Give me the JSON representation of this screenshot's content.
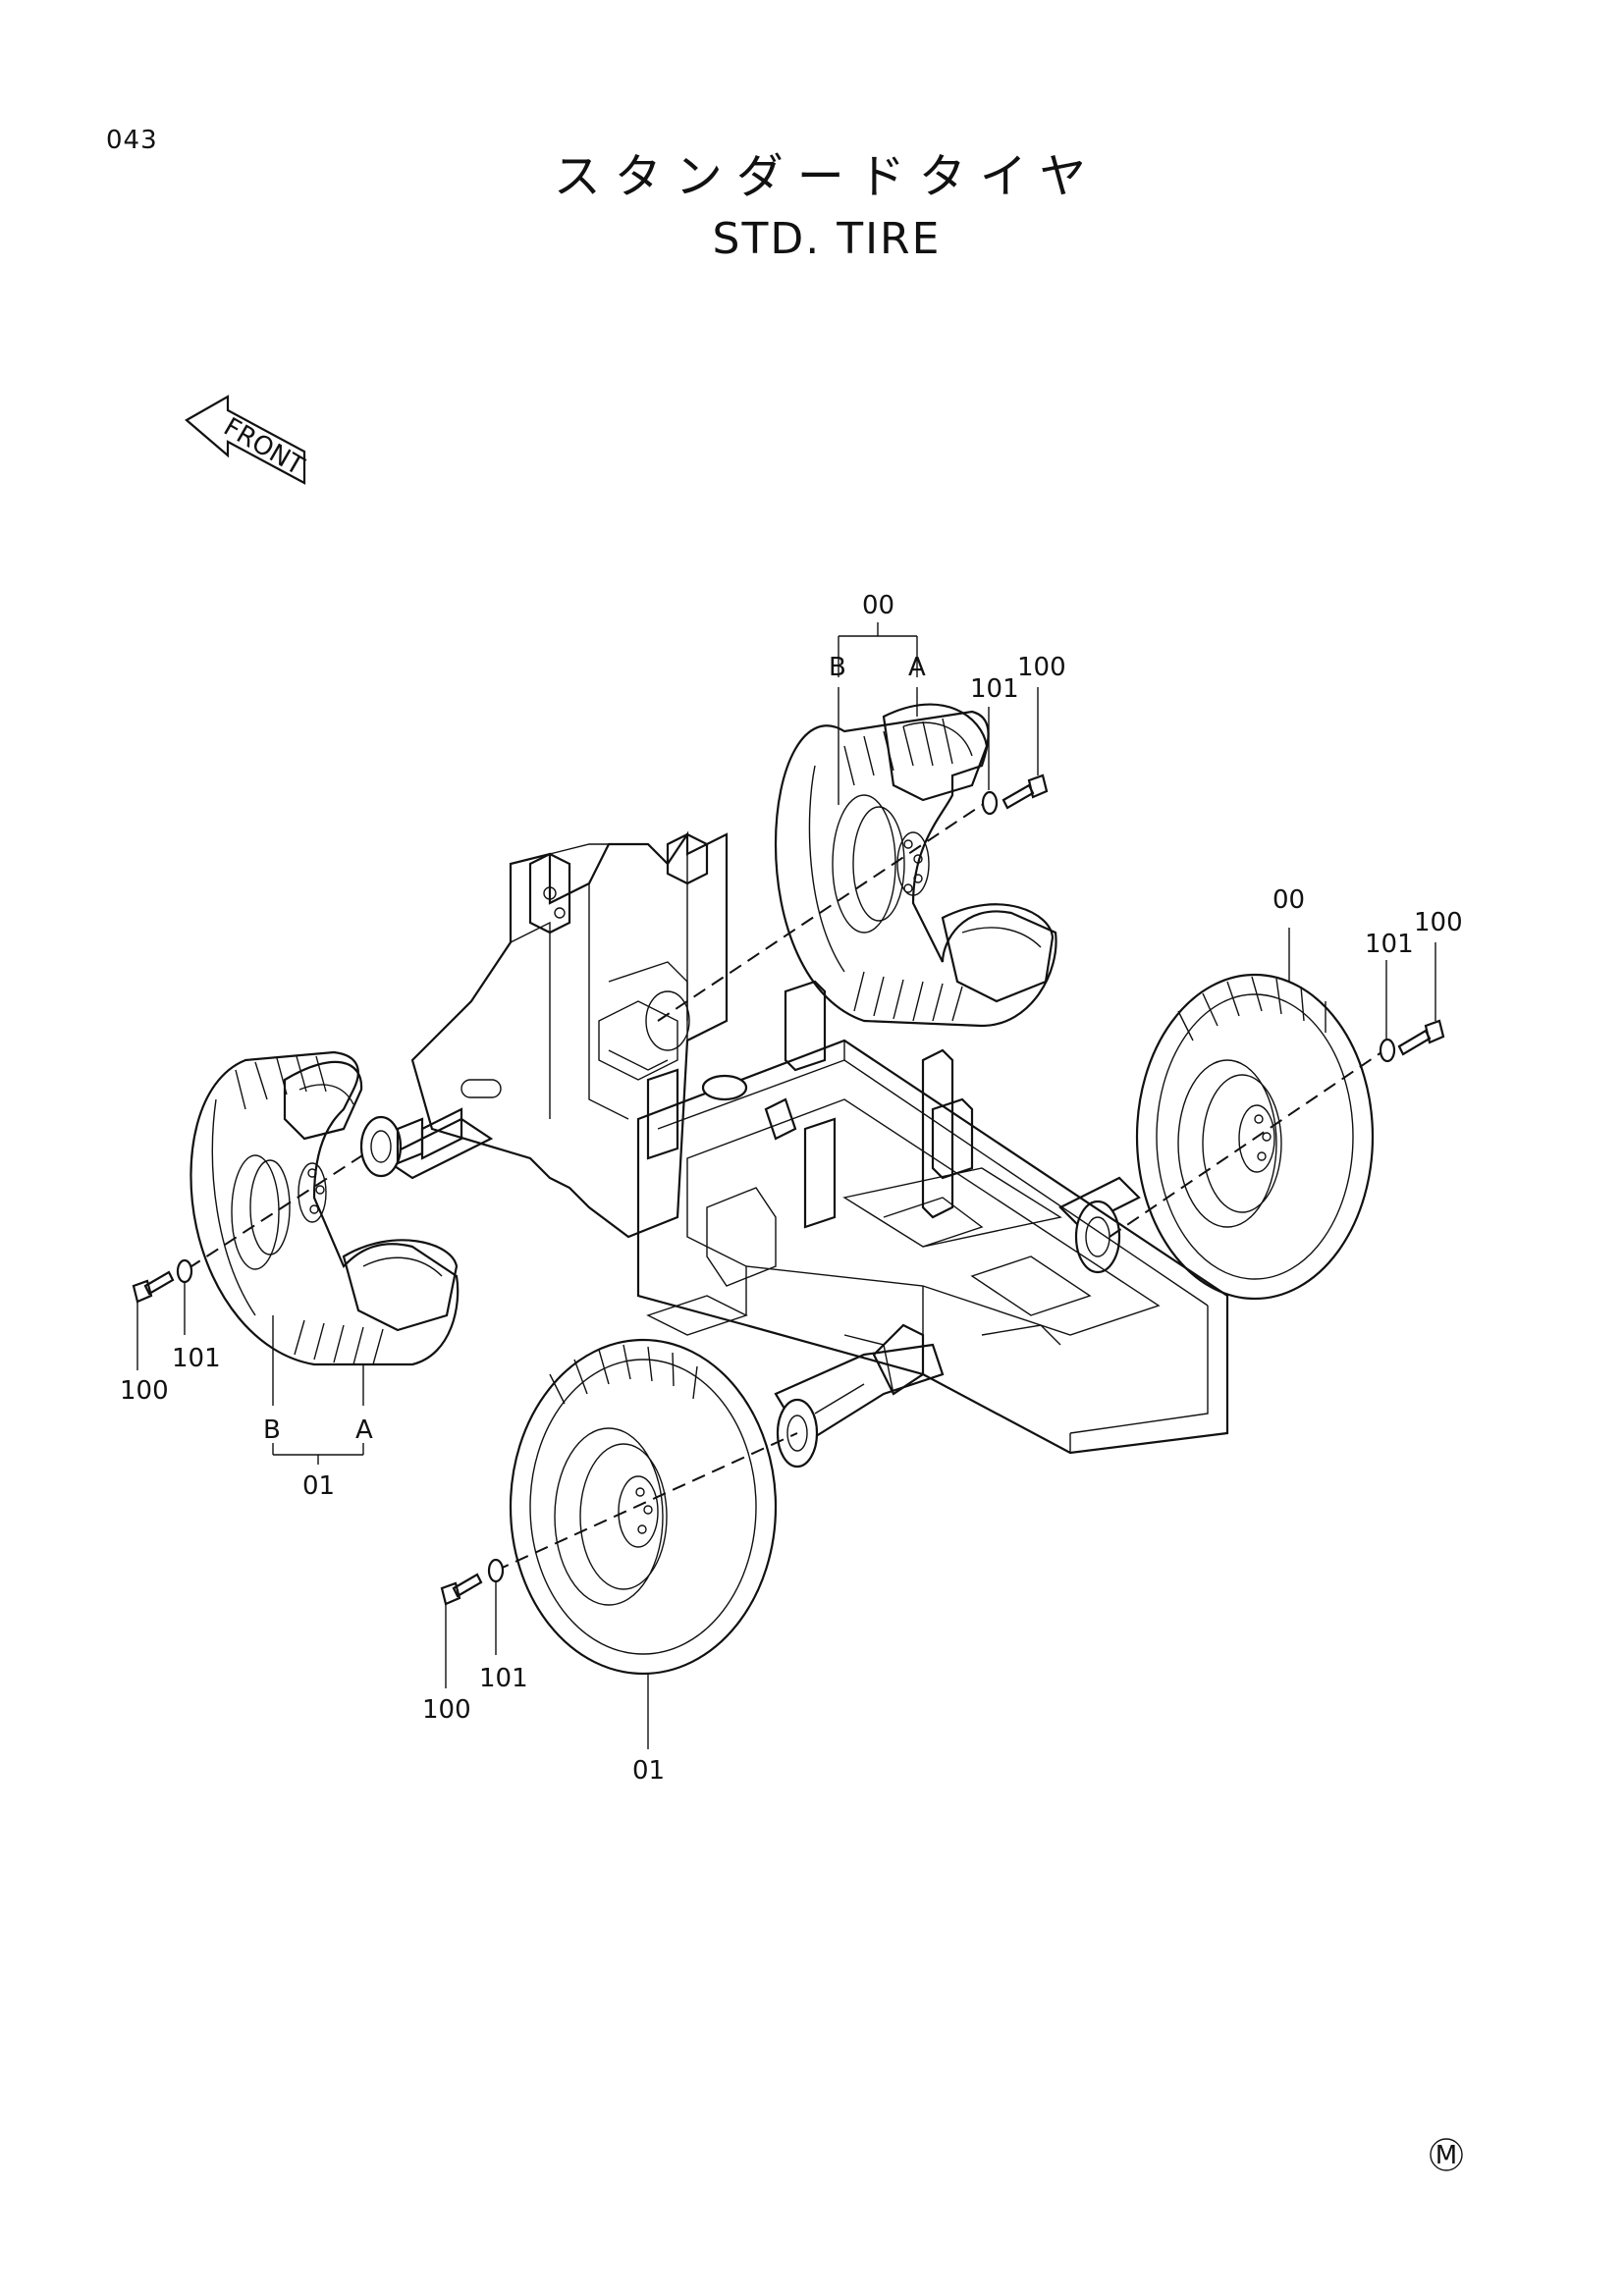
{
  "page": {
    "number": "043",
    "title_jp": "スタンダードタイヤ",
    "title_en": "STD. TIRE",
    "front_label": "FRONT",
    "mark": "M"
  },
  "callouts": {
    "rear_split_group": "00",
    "rear_split_b": "B",
    "rear_split_a": "A",
    "rear_split_washer": "101",
    "rear_split_bolt": "100",
    "rear_right_tire": "00",
    "rear_right_washer": "101",
    "rear_right_bolt": "100",
    "front_split_group": "01",
    "front_split_b": "B",
    "front_split_a": "A",
    "front_split_washer": "101",
    "front_split_bolt": "100",
    "front_tire": "01",
    "front_washer": "101",
    "front_bolt": "100"
  }
}
